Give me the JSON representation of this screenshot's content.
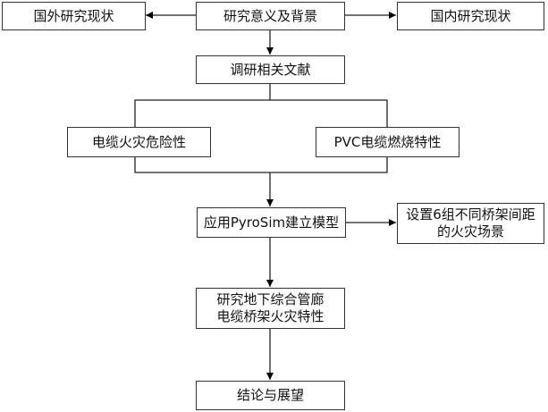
{
  "diagram": {
    "type": "flowchart",
    "nodes": {
      "background": "研究意义及背景",
      "foreign": "国外研究现状",
      "domestic": "国内研究现状",
      "literature": "调研相关文献",
      "hazard": "电缆火灾危险性",
      "pvc": "PVC电缆燃烧特性",
      "model": "应用PyroSim建立模型",
      "scenarios": "设置6组不同桥架间距\n的火灾场景",
      "study": "研究地下综合管廊\n电缆桥架火灾特性",
      "conclusion": "结论与展望"
    },
    "edges": [
      {
        "from": "background",
        "to": "foreign",
        "arrow": true
      },
      {
        "from": "background",
        "to": "domestic",
        "arrow": true
      },
      {
        "from": "background",
        "to": "literature",
        "arrow": true
      },
      {
        "from": "literature",
        "to": "hazard",
        "arrow": false
      },
      {
        "from": "literature",
        "to": "pvc",
        "arrow": false
      },
      {
        "from": "hazard",
        "to": "model",
        "arrow": true
      },
      {
        "from": "pvc",
        "to": "model",
        "arrow": true
      },
      {
        "from": "model",
        "to": "scenarios",
        "arrow": true
      },
      {
        "from": "model",
        "to": "study",
        "arrow": true
      },
      {
        "from": "study",
        "to": "conclusion",
        "arrow": true
      }
    ],
    "colors": {
      "stroke": "#333333",
      "text": "#111111",
      "background": "#ffffff"
    }
  }
}
